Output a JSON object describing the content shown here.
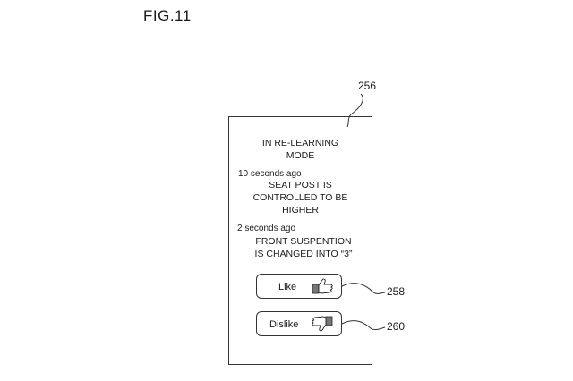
{
  "figure": {
    "title": "FIG.11"
  },
  "references": {
    "screen": "256",
    "like_button": "258",
    "dislike_button": "260"
  },
  "screen": {
    "mode_title": "IN RE-LEARNING\nMODE",
    "notifications": [
      {
        "time": "10 seconds ago",
        "message": "SEAT POST IS\nCONTROLLED TO BE\nHIGHER"
      },
      {
        "time": "2 seconds ago",
        "message": "FRONT SUSPENTION\nIS CHANGED INTO “3”"
      }
    ],
    "like_button": {
      "label": "Like",
      "icon": "thumbs-up-icon"
    },
    "dislike_button": {
      "label": "Dislike",
      "icon": "thumbs-down-icon"
    }
  }
}
